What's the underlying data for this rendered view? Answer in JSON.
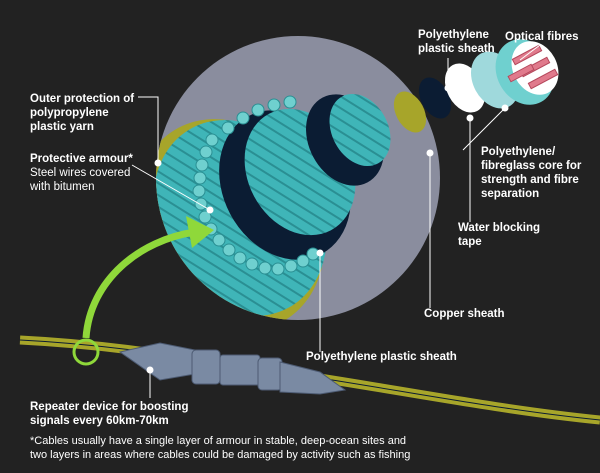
{
  "labels": {
    "outer_protection": [
      "Outer protection of",
      "polypropylene",
      "plastic yarn"
    ],
    "armour_title": "Protective armour*",
    "armour_desc": [
      "Steel wires covered",
      "with bitumen"
    ],
    "pe_sheath_top": [
      "Polyethylene",
      "plastic sheath"
    ],
    "optical_fibres": "Optical fibres",
    "core": [
      "Polyethylene/",
      "fibreglass core for",
      "strength and fibre",
      "separation"
    ],
    "water_tape": [
      "Water blocking",
      "tape"
    ],
    "copper_sheath": "Copper sheath",
    "pe_sheath_bottom": "Polyethylene plastic sheath",
    "repeater": [
      "Repeater device for boosting",
      "signals every 60km-70km"
    ]
  },
  "footnote": [
    "*Cables usually have a single layer of armour in stable, deep-ocean sites and",
    "two layers in areas where cables could be damaged by activity such as fishing"
  ],
  "colors": {
    "background": "#222222",
    "circle_fill": "#8a8d9e",
    "navy": "#0b1c33",
    "teal": "#3fb5b8",
    "teal_light": "#6fd0cf",
    "olive": "#a7a52a",
    "green_arrow": "#8fd83a",
    "pink": "#e07a8c",
    "leader": "#ffffff"
  }
}
